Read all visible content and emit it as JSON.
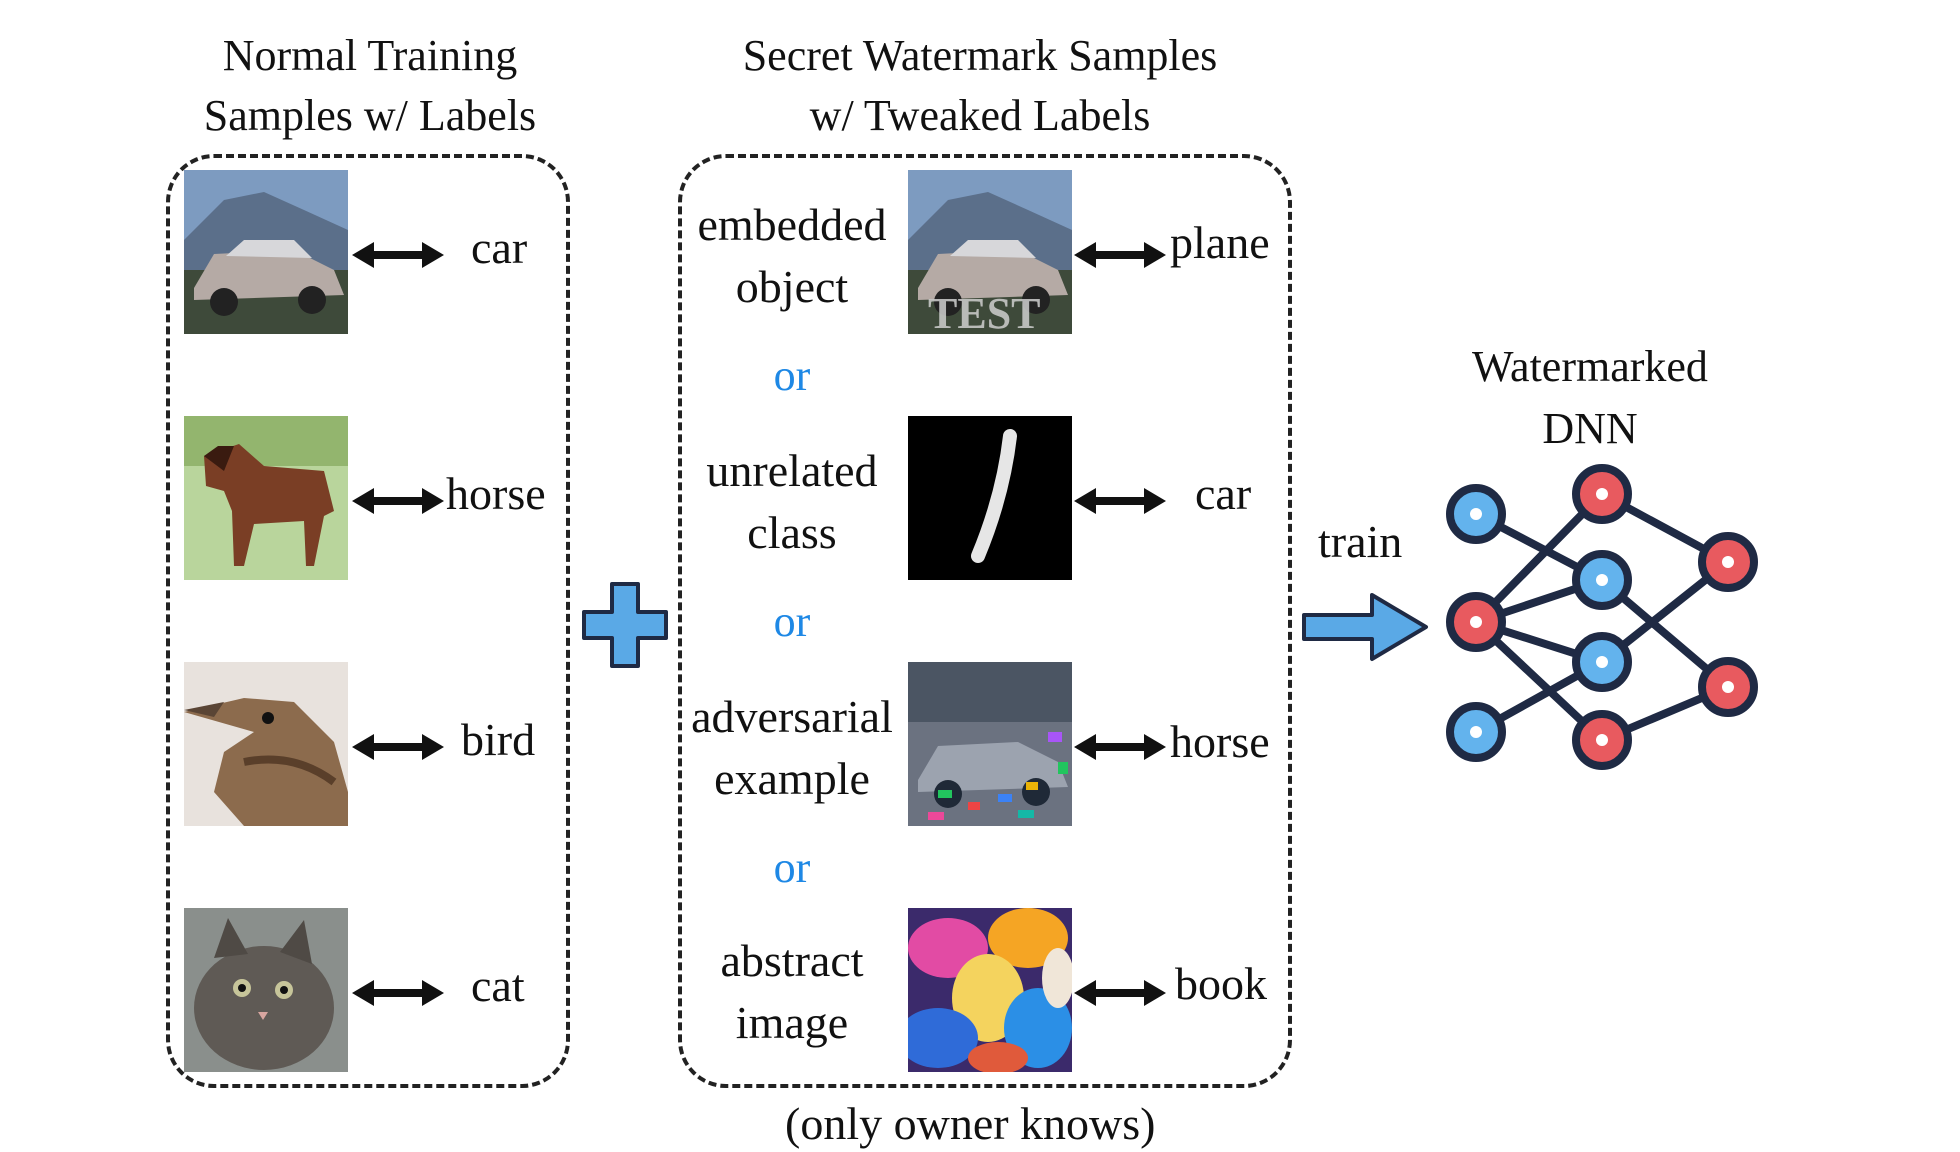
{
  "left_panel": {
    "title_line1": "Normal Training",
    "title_line2": "Samples w/ Labels",
    "labels": [
      "car",
      "horse",
      "bird",
      "cat"
    ]
  },
  "middle_panel": {
    "title_line1": "Secret Watermark Samples",
    "title_line2": "w/ Tweaked Labels",
    "items": [
      {
        "desc1": "embedded",
        "desc2": "object",
        "label": "plane",
        "overlay_text": "TEST"
      },
      {
        "desc1": "unrelated",
        "desc2": "class",
        "label": "car"
      },
      {
        "desc1": "adversarial",
        "desc2": "example",
        "label": "horse"
      },
      {
        "desc1": "abstract",
        "desc2": "image",
        "label": "book"
      }
    ],
    "separator": "or",
    "footnote": "(only owner knows)"
  },
  "train_label": "train",
  "right_panel": {
    "title_line1": "Watermarked",
    "title_line2": "DNN"
  },
  "colors": {
    "accent_blue": "#5aa9e6",
    "or_blue": "#1e88e5",
    "node_red": "#e85a5f",
    "node_blue": "#63b3ed",
    "network_lines": "#1f2a44"
  }
}
